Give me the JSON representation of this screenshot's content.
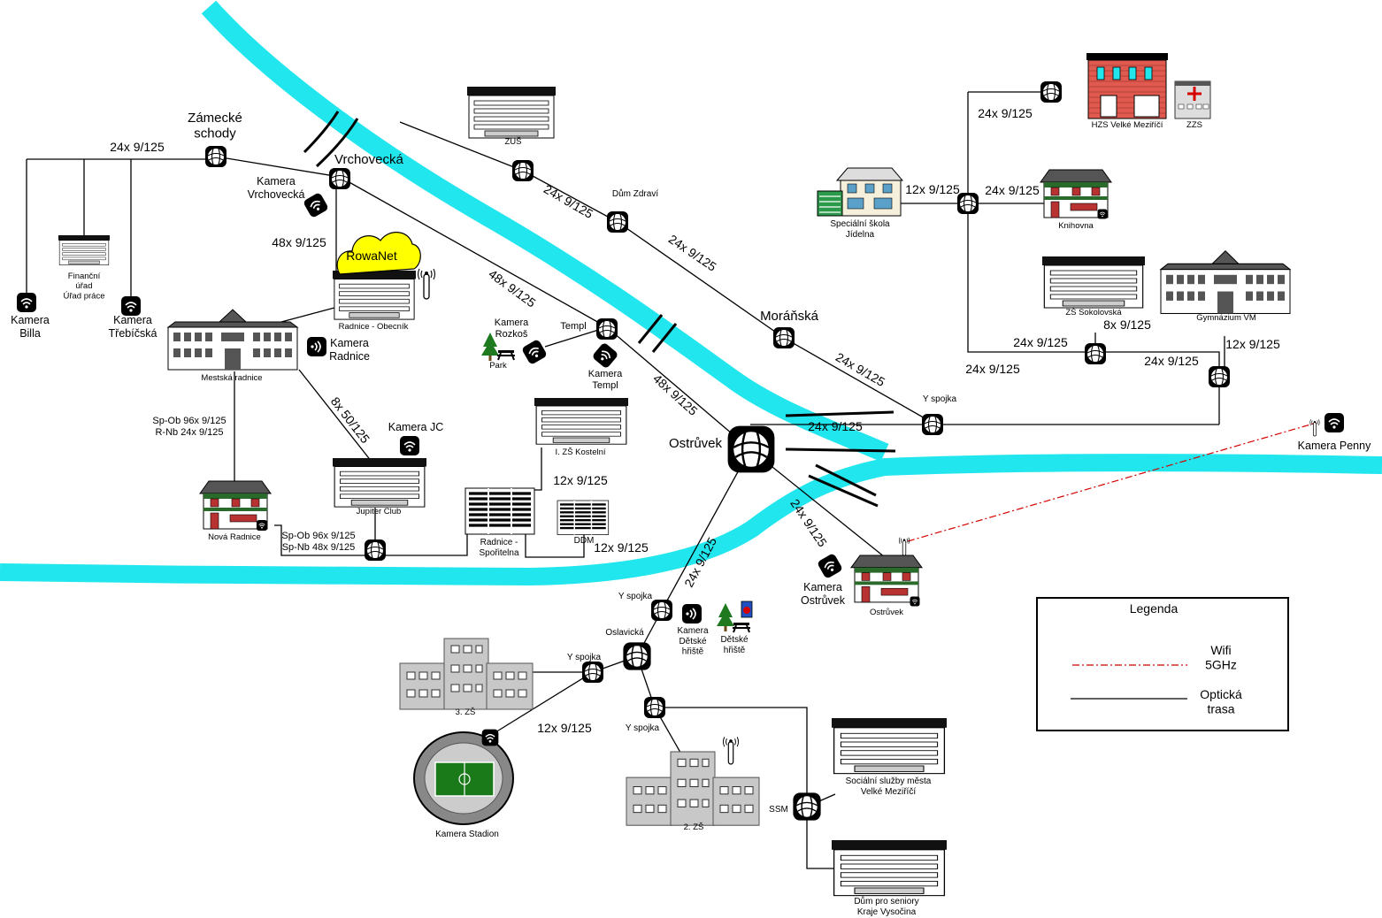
{
  "colors": {
    "river": "#22e6ee",
    "fiber": "#000000",
    "wifi": "#d40000",
    "cloud": "#ffff00",
    "brick": "#e05a50",
    "house_red": "#b93232",
    "house_green": "#2a6a2a",
    "grey_building": "#c8c8c8",
    "pitch": "#1a7a1a"
  },
  "places": {
    "zamecke_schody": "Zámecké\nschody",
    "vrchovecka": "Vrchovecká",
    "kamera_vrchovecka": "Kamera\nVrchovecká",
    "kamera_billa": "Kamera\nBilla",
    "kamera_trebicska": "Kamera\nTřebíčská",
    "financni_urad": "Finanční\núřad\nÚřad práce",
    "rowanet": "RowaNet",
    "radnice_obecnik": "Radnice - Obecník",
    "mestska_radnice": "Mestská radnice",
    "kamera_radnice": "Kamera\nRadnice",
    "zus": "ZUŠ",
    "dum_zdravi": "Dům Zdraví",
    "templ": "Templ",
    "kamera_rozkos": "Kamera\nRozkoš",
    "park": "Park",
    "kamera_templ": "Kamera\nTempl",
    "moranska": "Moráňská",
    "kamera_jc": "Kamera JC",
    "jupiter_club": "Jupiter Club",
    "nova_radnice": "Nová Radnice",
    "sp_ob_rnb": "Sp-Ob 96x 9/125\nR-Nb 24x 9/125",
    "sp_ob_spnb": "Sp-Ob 96x 9/125\nSp-Nb 48x 9/125",
    "zs_kostelni": "I. ZŠ Kostelní",
    "radnice_sporitelna": "Radnice -\nSpořitelna",
    "ddm": "DDM",
    "ostruvek": "Ostrůvek",
    "ostruvek_small": "Ostrůvek",
    "kamera_ostruvek": "Kamera\nOstrůvek",
    "kamera_penny": "Kamera Penny",
    "y_spojka_east": "Y spojka",
    "y_spojka_south": "Y spojka",
    "y_spojka_3zs": "Y spojka",
    "y_spojka_2zs": "Y spojka",
    "kamera_detske_hriste": "Kamera\nDětské\nhřiště",
    "detske_hriste": "Dětské\nhřiště",
    "oslavicka": "Oslavická",
    "zs3": "3. ZŠ",
    "kamera_stadion": "Kamera Stadion",
    "zs2": "2. ZŠ",
    "ssm": "SSM",
    "socialni_sluzby": "Sociální služby města\nVelké Meziříčí",
    "dum_senioru": "Dům pro seniory\nKraje Vysočina",
    "hzs": "HZS Velké Meziříčí",
    "zzs": "ZZS",
    "specialni_skola": "Speciální škola\nJídelna",
    "knihovna": "Knihovna",
    "zs_sokolovska": "ZŠ Sokolovská",
    "gymnazium": "Gymnázium VM"
  },
  "links": {
    "l_zamecke_west": "24x 9/125",
    "l_vrchovecka_down": "48x 9/125",
    "l_vrch_templ": "48x 9/125",
    "l_zus_dumzdravi": "24x 9/125",
    "l_dumzdravi_moranska": "24x 9/125",
    "l_moranska_yspojka": "24x 9/125",
    "l_templ_ostruvek": "48x 9/125",
    "l_radnice_jc": "8x 50/125",
    "l_kostelni": "12x 9/125",
    "l_ddm": "12x 9/125",
    "l_ostruvek_east": "24x 9/125",
    "l_ostruvek_house": "24x 9/125",
    "l_ostruvek_south": "24x 9/125",
    "l_3zs_stadion": "12x 9/125",
    "l_hzs": "24x 9/125",
    "l_specialni": "12x 9/125",
    "l_knihovna": "24x 9/125",
    "l_sokolovska": "8x 9/125",
    "l_sok_left_a": "24x 9/125",
    "l_sok_left_b": "24x 9/125",
    "l_sok_right": "24x 9/125",
    "l_gymnazium": "12x 9/125"
  },
  "legend": {
    "title": "Legenda",
    "wifi_label": "Wifi\n5GHz",
    "fiber_label": "Optická\ntrasa"
  }
}
